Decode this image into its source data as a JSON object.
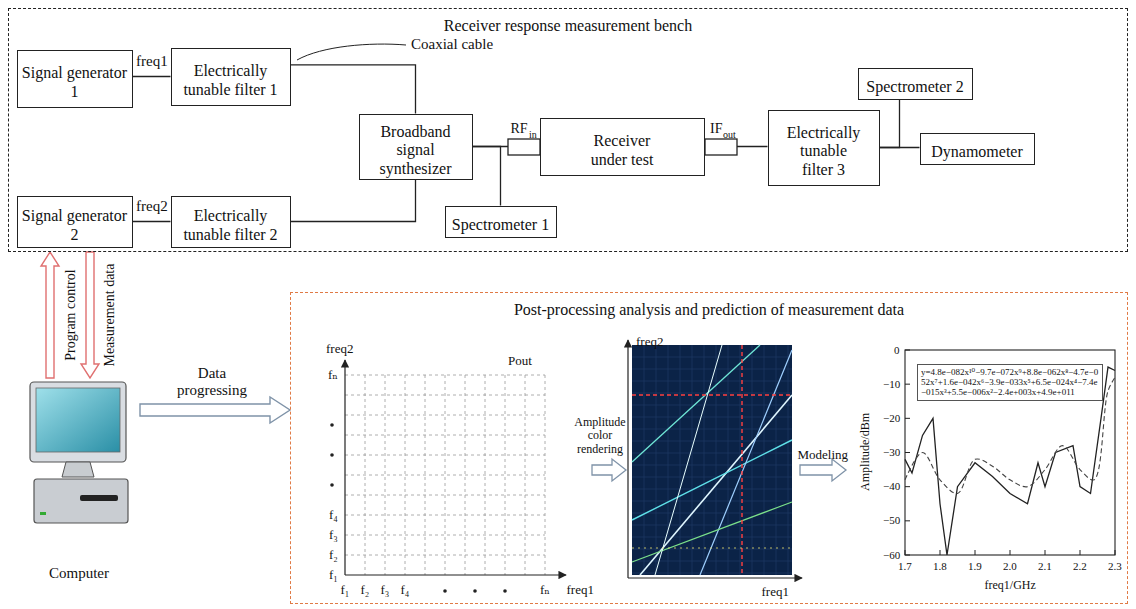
{
  "diagram": {
    "nodes": [
      {
        "text": [
          "Receiver response measurement bench"
        ]
      },
      {
        "text": [
          "Signal generator 1"
        ],
        "in": 0
      },
      {
        "text": [
          "Electrically tunable filter 1"
        ],
        "in": 0
      },
      {
        "text": [
          "Signal generator 2"
        ],
        "in": 0
      },
      {
        "text": [
          "Electrically tunable filter 2"
        ],
        "in": 0
      },
      {
        "text": [
          "Broadband signal synthesizer"
        ],
        "in": 0
      },
      {
        "text": [
          "Spectrometer 1"
        ],
        "in": 0
      },
      {
        "text": [
          "Receiver under test"
        ],
        "in": 0
      },
      {
        "text": [
          "Electrically tunable filter 3"
        ],
        "in": 0
      },
      {
        "text": [
          "Spectrometer 2"
        ],
        "in": 0
      },
      {
        "text": [
          "Dynamometer"
        ],
        "in": 0
      },
      {
        "text": [
          "Computer"
        ]
      },
      {
        "text": [
          "Post-processing analysis and prediction of measurement data"
        ]
      }
    ],
    "edges": [
      {
        "from": 1,
        "to": 2,
        "label": "freq1",
        "arrow": "none"
      },
      {
        "from": 2,
        "to": 5,
        "arrow": "none"
      },
      {
        "from": 3,
        "to": 4,
        "label": "freq2",
        "arrow": "none"
      },
      {
        "from": 4,
        "to": 5,
        "arrow": "none"
      },
      {
        "from": 5,
        "to": 7,
        "arrow": "none"
      },
      {
        "from": 5,
        "to": 6,
        "arrow": "none"
      },
      {
        "from": 7,
        "to": 8,
        "arrow": "none"
      },
      {
        "from": 8,
        "to": 9,
        "arrow": "none"
      },
      {
        "from": 8,
        "to": 10,
        "arrow": "none"
      },
      {
        "from": 11,
        "to": 0,
        "label": "Program control",
        "arrow": "to"
      },
      {
        "from": 0,
        "to": 11,
        "label": "Measurement data",
        "arrow": "to"
      },
      {
        "from": 11,
        "to": 12,
        "label": "Data progressing",
        "arrow": "to"
      }
    ],
    "labels": [
      "Coaxial cable",
      "RF",
      "in",
      "IF",
      "out",
      "freq2",
      "fₙ",
      "Pout",
      "f₄",
      "f₃",
      "f₂",
      "f₁",
      "f₁",
      "f₂",
      "f₃",
      "f₄",
      "fₙ",
      "freq1",
      "Amplitude color rendering",
      "freq2",
      "freq1",
      "Modeling",
      "0",
      "−10",
      "−20",
      "−30",
      "−40",
      "−50",
      "−60",
      "Amplitude/dBm",
      "y=4.8e−082x¹⁰−9.7e−072x⁹+8.8e−062x⁸−4.7e−052x⁷+1.6e−042x⁶−3.9e−033x⁵+6.5e−024x⁴−7.4e−015x³+5.5e−006x²−2.4e+003x+4.9e+011",
      "1.7",
      "1.8",
      "1.9",
      "2.0",
      "2.1",
      "2.2",
      "2.3",
      "freq1/GHz"
    ]
  }
}
